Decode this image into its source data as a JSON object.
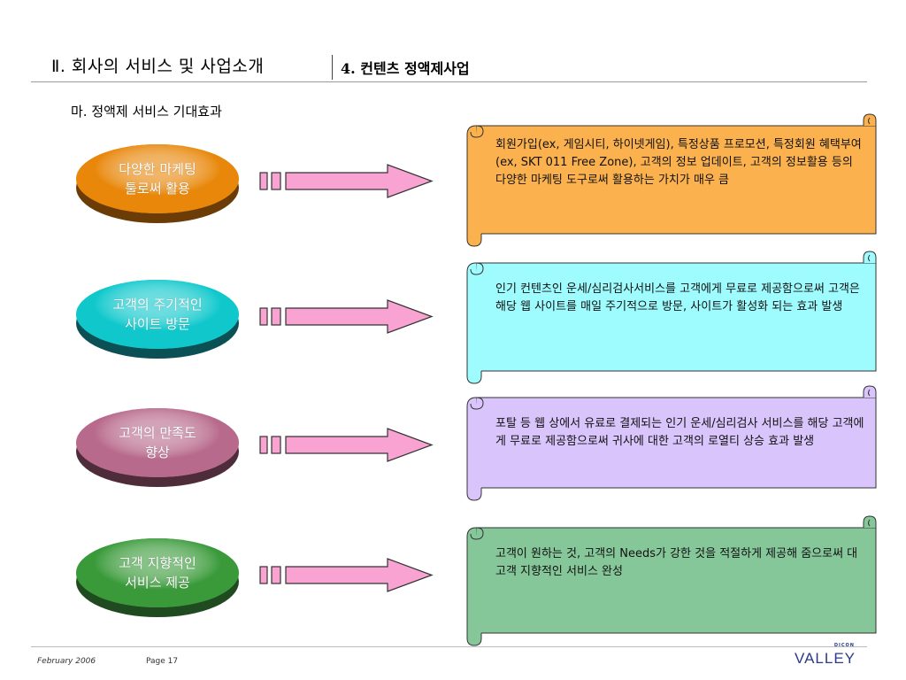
{
  "header": {
    "title": "Ⅱ. 회사의 서비스 및 사업소개",
    "subtitle": "4. 컨텐츠 정액제사업"
  },
  "section_title": "마. 정액제 서비스 기대효과",
  "rows": [
    {
      "label": "다양한 마케팅\n툴로써 활용",
      "ellipse_color": "#e8870a",
      "ellipse_dark": "#6b3c06",
      "box_color": "#fbb24e",
      "description": "회원가입(ex, 게임시티, 하이넷게임), 특정상품 프로모션, 특정회원 혜택부여(ex, SKT 011 Free Zone), 고객의 정보 업데이트, 고객의 정보활용 등의 다양한 마케팅 도구로써 활용하는 가치가 매우 큼"
    },
    {
      "label": "고객의 주기적인\n사이트 방문",
      "ellipse_color": "#10c8cc",
      "ellipse_dark": "#0a5054",
      "box_color": "#9ffcfe",
      "description": "인기 컨텐츠인 운세/심리검사서비스를 고객에게 무료로 제공함으로써 고객은 해당 웹 사이트를 매일 주기적으로 방문, 사이트가 활성화 되는 효과 발생"
    },
    {
      "label": "고객의  만족도\n향상",
      "ellipse_color": "#b86a8c",
      "ellipse_dark": "#4e2c3a",
      "box_color": "#d9c4fb",
      "description": "포탈 등 웹 상에서 유료로 결제되는 인기 운세/심리검사 서비스를 해당 고객에게 무료로 제공함으로써 귀사에 대한 고객의 로열티 상승 효과 발생"
    },
    {
      "label": "고객 지향적인\n서비스 제공",
      "ellipse_color": "#3a9a3a",
      "ellipse_dark": "#204a20",
      "box_color": "#86c79a",
      "description": "고객이 원하는 것, 고객의 Needs가 강한 것을 적절하게  제공해 줌으로써 대 고객 지향적인 서비스 완성"
    }
  ],
  "arrow_color": "#f9a3d3",
  "footer": {
    "date": "February  2006",
    "page": "Page 17",
    "logo_small": "DICON",
    "logo_main": "VALLEY"
  }
}
